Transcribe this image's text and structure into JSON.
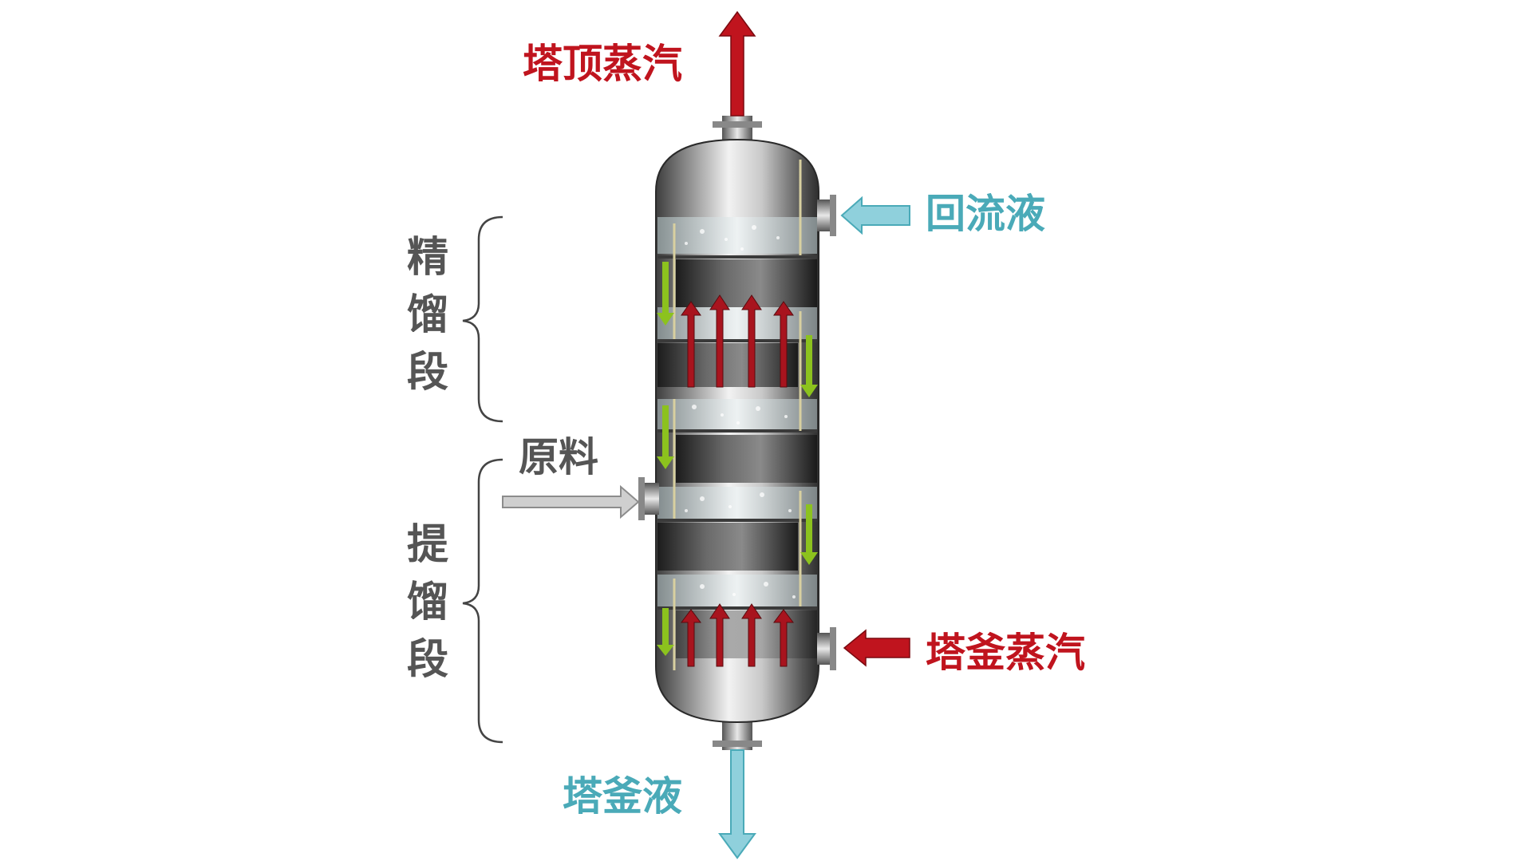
{
  "labels": {
    "top_vapor": "塔顶蒸汽",
    "reflux": "回流液",
    "rectifying": "精馏段",
    "feed": "原料",
    "stripping": "提馏段",
    "reboiler_vapor": "塔釜蒸汽",
    "bottoms": "塔釜液"
  },
  "colors": {
    "vapor": "#c0141e",
    "liquid": "#4aaab8",
    "feed": "#8c8c8c",
    "section_text": "#555555",
    "downflow": "#8cc21e",
    "upflow": "#a8141e"
  }
}
